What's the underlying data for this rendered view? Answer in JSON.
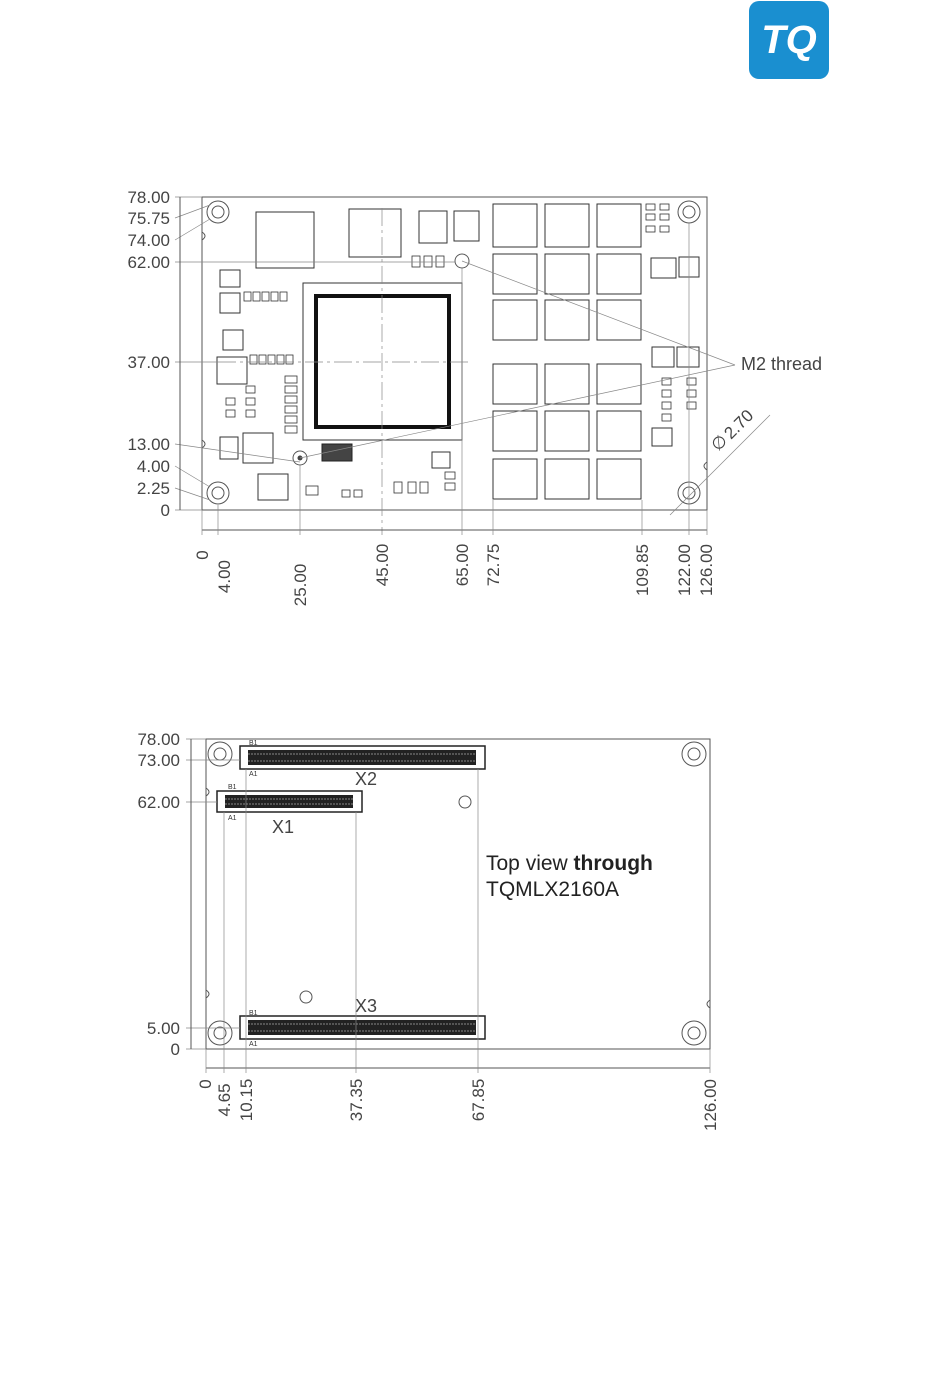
{
  "brand": {
    "logo_text": "TQ",
    "color": "#1a8fd0"
  },
  "drawing1": {
    "y_dims": [
      "78.00",
      "75.75",
      "74.00",
      "62.00",
      "37.00",
      "13.00",
      "4.00",
      "2.25",
      "0"
    ],
    "x_dims": [
      "0",
      "4.00",
      "25.00",
      "45.00",
      "65.00",
      "72.75",
      "109.85",
      "122.00",
      "126.00"
    ],
    "thread_label": "M2 thread",
    "diameter_label": "2.70",
    "diameter_symbol": "∅"
  },
  "drawing2": {
    "y_dims": [
      "78.00",
      "73.00",
      "62.00",
      "5.00",
      "0"
    ],
    "x_dims": [
      "0",
      "4.65",
      "10.15",
      "37.35",
      "67.85",
      "126.00"
    ],
    "connectors": [
      "X1",
      "X2",
      "X3"
    ],
    "pin_labels": {
      "b1": "B1",
      "a1": "A1"
    },
    "note_line1_a": "Top view ",
    "note_line1_b": "through",
    "note_line2": "TQMLX2160A"
  }
}
